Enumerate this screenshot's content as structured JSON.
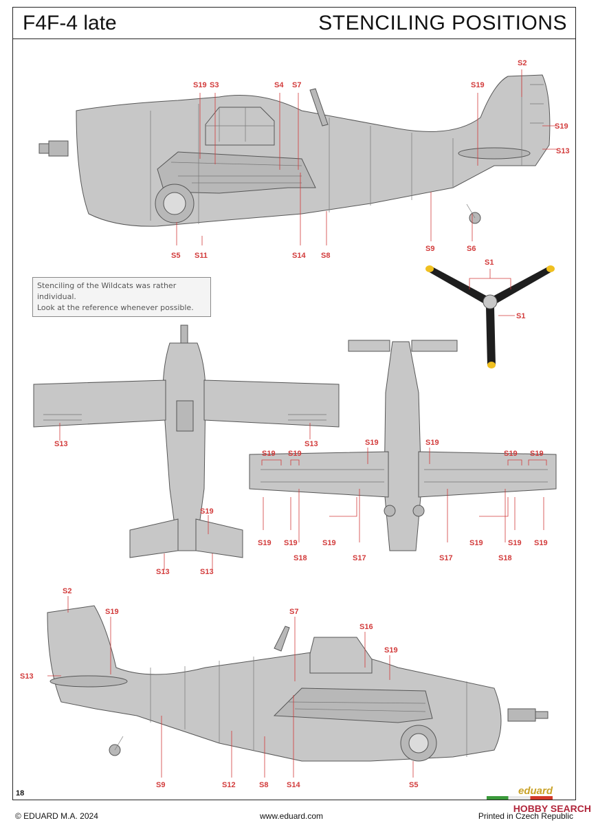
{
  "header": {
    "model": "F4F-4 late",
    "title": "STENCILING POSITIONS"
  },
  "note": {
    "line1": "Stenciling of the Wildcats was rather individual.",
    "line2": "Look at the reference whenever possible."
  },
  "page_number": "18",
  "footer": {
    "copyright": "© EDUARD M.A. 2024",
    "website": "www.eduard.com",
    "printed": "Printed in Czech Republic",
    "logo": "eduard"
  },
  "watermark": "HOBBY SEARCH",
  "labels": {
    "side_left": {
      "s19a": "S19",
      "s3": "S3",
      "s4": "S4",
      "s7": "S7",
      "s2": "S2",
      "s19b": "S19",
      "s19c": "S19",
      "s13": "S13",
      "s5": "S5",
      "s11": "S11",
      "s14": "S14",
      "s8": "S8",
      "s9": "S9",
      "s6": "S6"
    },
    "prop": {
      "s1a": "S1",
      "s1b": "S1"
    },
    "top_view": {
      "s13a": "S13",
      "s13b": "S13",
      "s19": "S19",
      "s13c": "S13",
      "s13d": "S13"
    },
    "bottom_view": {
      "s19a": "S19",
      "s19b": "S19",
      "s19c": "S19",
      "s19d": "S19",
      "s19e": "S19",
      "s19f": "S19",
      "r1": "S19",
      "r2": "S19",
      "r3": "S19",
      "r4": "S19",
      "r5": "S19",
      "r6": "S19",
      "s18a": "S18",
      "s17a": "S17",
      "s17b": "S17",
      "s18b": "S18"
    },
    "side_right": {
      "s2": "S2",
      "s19a": "S19",
      "s7": "S7",
      "s16": "S16",
      "s19b": "S19",
      "s13": "S13",
      "s9": "S9",
      "s12": "S12",
      "s8": "S8",
      "s14": "S14",
      "s5": "S5"
    }
  },
  "colors": {
    "aircraft_grey": "#c7c7c7",
    "label_red": "#d23a3a",
    "prop_black": "#1e1e1e",
    "prop_tip_yellow": "#f0c020"
  }
}
